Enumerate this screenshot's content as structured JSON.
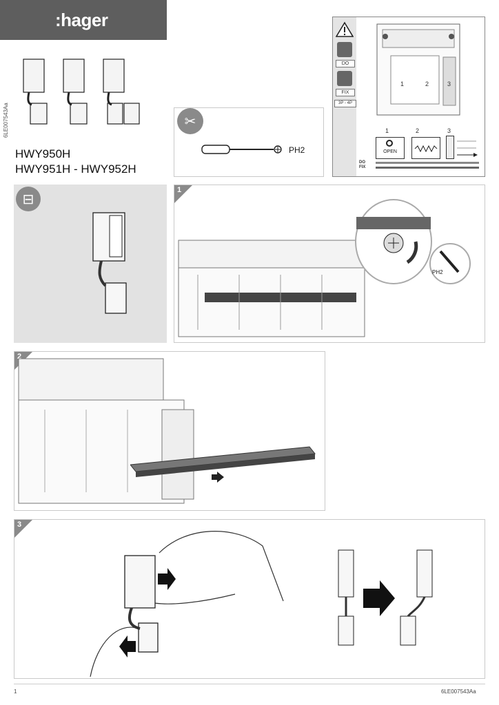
{
  "brand": {
    "logo_text": ":hager"
  },
  "doc_ref_side": "6LE007543Aa",
  "models": {
    "line1": "HWY950H",
    "line2": "HWY951H - HWY952H"
  },
  "tool": {
    "label": "PH2"
  },
  "warning": {
    "labels": [
      "DO",
      "FIX",
      "3P - 4P"
    ],
    "numbers": [
      "1",
      "2",
      "3"
    ],
    "open_label": "OPEN",
    "legend": [
      "DO",
      "FIX"
    ]
  },
  "steps": {
    "s1": {
      "number": "1",
      "tool_label": "PH2"
    },
    "s2": {
      "number": "2"
    },
    "s3": {
      "number": "3"
    }
  },
  "footer": {
    "page": "1",
    "ref": "6LE007543Aa"
  }
}
